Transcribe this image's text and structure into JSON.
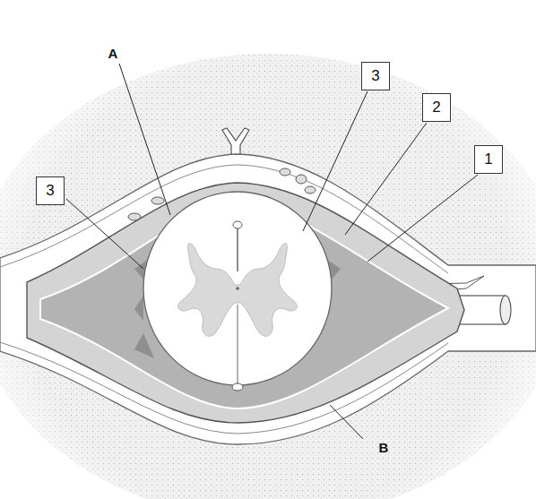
{
  "diagram": {
    "nodes": [
      {
        "text": [
          "3"
        ]
      },
      {
        "text": [
          "2"
        ]
      },
      {
        "text": [
          "1"
        ]
      },
      {
        "text": [
          "3"
        ]
      }
    ],
    "labels": [
      "A",
      "B"
    ]
  }
}
